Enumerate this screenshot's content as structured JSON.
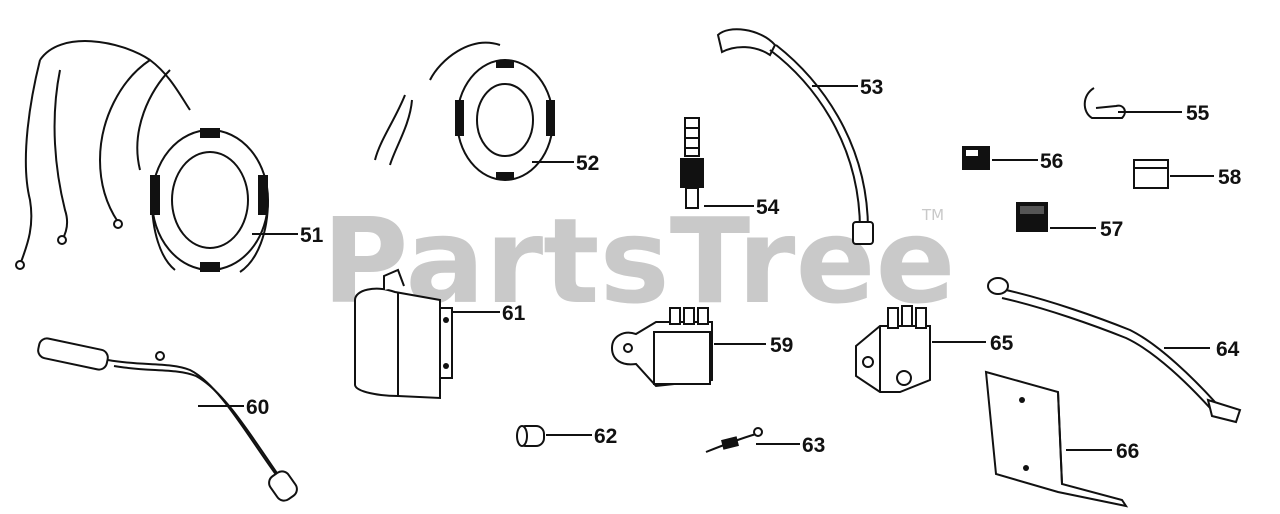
{
  "watermark": {
    "brand": "PartsTree",
    "mark": "TM"
  },
  "colors": {
    "ink": "#111111",
    "watermark": "#c9c9c9",
    "background": "#ffffff"
  },
  "callouts": {
    "p51": "51",
    "p52": "52",
    "p53": "53",
    "p54": "54",
    "p55": "55",
    "p56": "56",
    "p57": "57",
    "p58": "58",
    "p59": "59",
    "p60": "60",
    "p61": "61",
    "p62": "62",
    "p63": "63",
    "p64": "64",
    "p65": "65",
    "p66": "66"
  }
}
